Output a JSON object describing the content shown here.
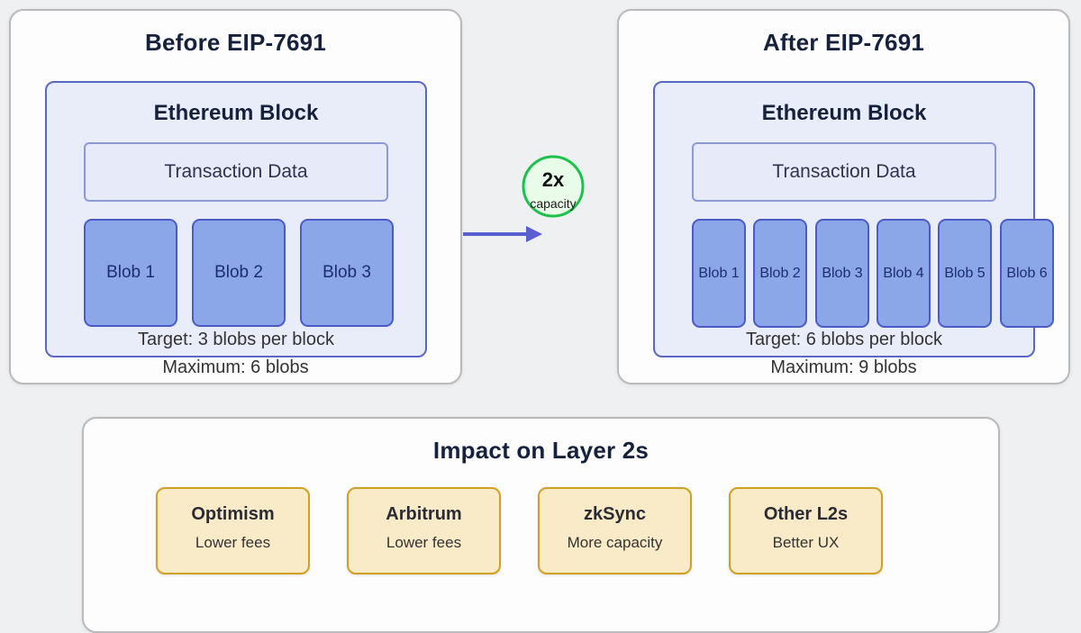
{
  "colors": {
    "page_bg": "#eef0f1",
    "card_bg": "#fdfdfe",
    "card_border": "#b9b9be",
    "block_bg": "#e9edf9",
    "block_border": "#5a67c4",
    "txbox_bg": "#e7ebf9",
    "txbox_border": "#8d99d6",
    "blob_bg": "#8ca7e8",
    "blob_border": "#4a5bc8",
    "blob_text": "#1c2e6e",
    "heading_text": "#16213e",
    "body_text": "#333333",
    "green_border": "#1fc14d",
    "green_bg": "#e9fbe9",
    "arrow": "#5a5fd0",
    "l2_bg": "#f9ebc7",
    "l2_border": "#d2a023"
  },
  "before_panel": {
    "title": "Before EIP-7691",
    "block": {
      "title": "Ethereum Block",
      "transaction_data": "Transaction Data",
      "blobs": [
        "Blob 1",
        "Blob 2",
        "Blob 3"
      ],
      "target": "Target: 3 blobs per block"
    },
    "maximum": "Maximum: 6 blobs"
  },
  "connector": {
    "multiplier": "2x",
    "label": "capacity"
  },
  "after_panel": {
    "title": "After EIP-7691",
    "block": {
      "title": "Ethereum Block",
      "transaction_data": "Transaction Data",
      "blobs": [
        "Blob 1",
        "Blob 2",
        "Blob 3",
        "Blob 4",
        "Blob 5",
        "Blob 6"
      ],
      "target": "Target: 6 blobs per block"
    },
    "maximum": "Maximum: 9 blobs"
  },
  "impact_panel": {
    "title": "Impact on Layer 2s",
    "cards": [
      {
        "name": "Optimism",
        "benefit": "Lower fees"
      },
      {
        "name": "Arbitrum",
        "benefit": "Lower fees"
      },
      {
        "name": "zkSync",
        "benefit": "More capacity"
      },
      {
        "name": "Other L2s",
        "benefit": "Better UX"
      }
    ]
  }
}
